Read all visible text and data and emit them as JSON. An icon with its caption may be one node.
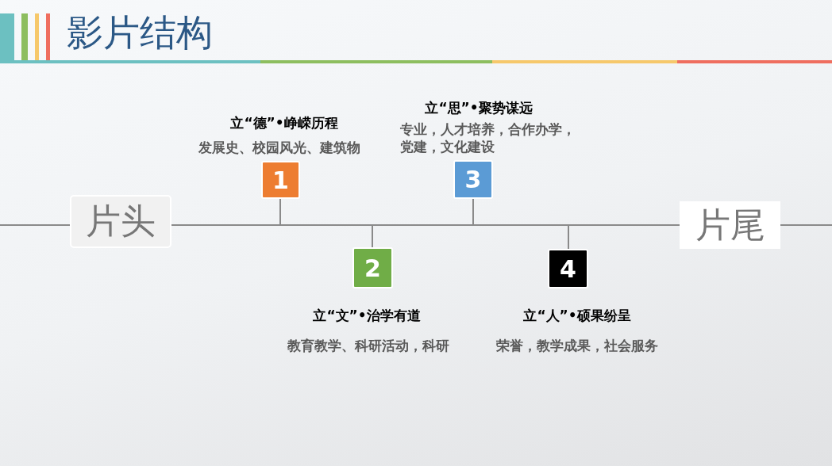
{
  "diagram": {
    "title": "影片结构",
    "nodes": [
      {
        "text": [
          "片头"
        ]
      },
      {
        "text": [
          "1"
        ],
        "beside": [
          "立“德”•峥嵘历程",
          "发展史、校园风光、建筑物"
        ]
      },
      {
        "text": [
          "2"
        ],
        "beside": [
          "立“文”•治学有道",
          "教育教学、科研活动，科研"
        ]
      },
      {
        "text": [
          "3"
        ],
        "beside": [
          "立“思”•聚势谋远",
          "专业，人才培养，合作办学，党建，文化建设"
        ]
      },
      {
        "text": [
          "4"
        ],
        "beside": [
          "立“人”•硕果纷呈",
          "荣誉，教学成果，社会服务"
        ]
      },
      {
        "text": [
          "片尾"
        ]
      }
    ],
    "edges": [
      {
        "from": null,
        "to": 0,
        "arrow": "none"
      },
      {
        "from": 0,
        "to": 5,
        "arrow": "none"
      },
      {
        "from": 5,
        "to": null,
        "arrow": "none"
      },
      {
        "from": 1,
        "to": null,
        "arrow": "none"
      },
      {
        "from": 2,
        "to": null,
        "arrow": "none"
      },
      {
        "from": 3,
        "to": null,
        "arrow": "none"
      },
      {
        "from": 4,
        "to": null,
        "arrow": "none"
      }
    ]
  }
}
